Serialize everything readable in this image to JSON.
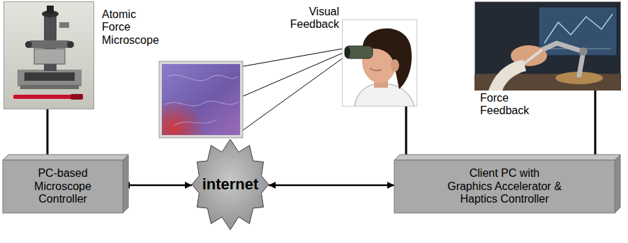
{
  "diagram": {
    "nodes": [
      {
        "text": [
          "Atomic Force Microscope"
        ]
      },
      {
        "text": [
          "Visual Feedback"
        ]
      },
      {
        "text": [
          "Force Feedback"
        ]
      },
      {
        "text": [
          "PC-based Microscope Controller"
        ]
      },
      {
        "text": [
          "internet"
        ]
      },
      {
        "text": [
          "Client PC with Graphics Accelerator & Haptics Controller"
        ]
      }
    ],
    "edges": [
      {
        "from": 0,
        "to": 3,
        "arrow": "none"
      },
      {
        "from": 3,
        "to": 4,
        "arrow": "both"
      },
      {
        "from": 4,
        "to": 5,
        "arrow": "both"
      },
      {
        "from": 1,
        "to": 5,
        "arrow": "none"
      },
      {
        "from": 2,
        "to": 5,
        "arrow": "none"
      }
    ]
  }
}
